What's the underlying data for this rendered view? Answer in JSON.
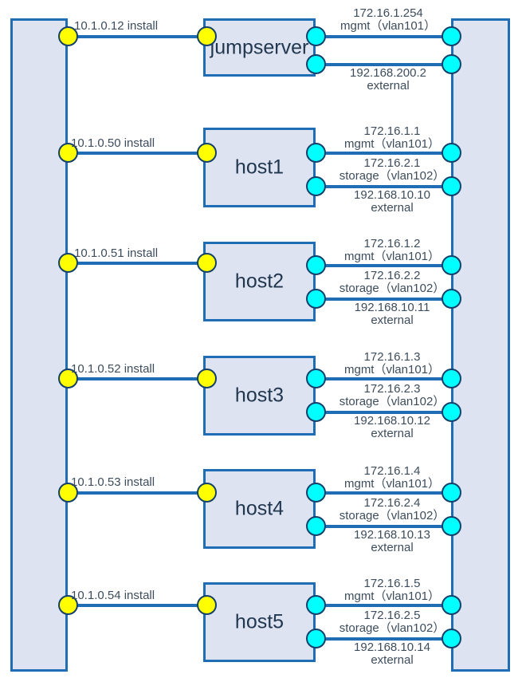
{
  "diagram": {
    "title": "network-topology",
    "colors": {
      "box_fill": "#dde3f0",
      "box_border": "#1f6eb5",
      "link": "#1f6eb5",
      "dot_install": "#ffff00",
      "dot_network": "#00ffff",
      "dot_border": "#14406b",
      "text": "#3d4d5c",
      "node_text": "#21374f"
    },
    "left_network": {
      "name": "install-network-bar"
    },
    "right_network": {
      "name": "switch-network-bar"
    },
    "nodes": [
      {
        "id": "jumpserver",
        "label": "jumpserver",
        "install": "10.1.0.12 install",
        "mgmt_ip": "172.16.1.254",
        "mgmt_net": "mgmt（vlan101）",
        "storage_ip": "",
        "storage_net": "",
        "external_ip": "192.168.200.2",
        "external_net": "external"
      },
      {
        "id": "host1",
        "label": "host1",
        "install": "10.1.0.50 install",
        "mgmt_ip": "172.16.1.1",
        "mgmt_net": "mgmt（vlan101）",
        "storage_ip": "172.16.2.1",
        "storage_net": "storage（vlan102）",
        "external_ip": "192.168.10.10",
        "external_net": "external"
      },
      {
        "id": "host2",
        "label": "host2",
        "install": "10.1.0.51 install",
        "mgmt_ip": "172.16.1.2",
        "mgmt_net": "mgmt（vlan101）",
        "storage_ip": "172.16.2.2",
        "storage_net": "storage（vlan102）",
        "external_ip": "192.168.10.11",
        "external_net": "external"
      },
      {
        "id": "host3",
        "label": "host3",
        "install": "10.1.0.52 install",
        "mgmt_ip": "172.16.1.3",
        "mgmt_net": "mgmt（vlan101）",
        "storage_ip": "172.16.2.3",
        "storage_net": "storage（vlan102）",
        "external_ip": "192.168.10.12",
        "external_net": "external"
      },
      {
        "id": "host4",
        "label": "host4",
        "install": "10.1.0.53 install",
        "mgmt_ip": "172.16.1.4",
        "mgmt_net": "mgmt（vlan101）",
        "storage_ip": "172.16.2.4",
        "storage_net": "storage（vlan102）",
        "external_ip": "192.168.10.13",
        "external_net": "external"
      },
      {
        "id": "host5",
        "label": "host5",
        "install": "10.1.0.54 install",
        "mgmt_ip": "172.16.1.5",
        "mgmt_net": "mgmt（vlan101）",
        "storage_ip": "172.16.2.5",
        "storage_net": "storage（vlan102）",
        "external_ip": "192.168.10.14",
        "external_net": "external"
      }
    ]
  }
}
